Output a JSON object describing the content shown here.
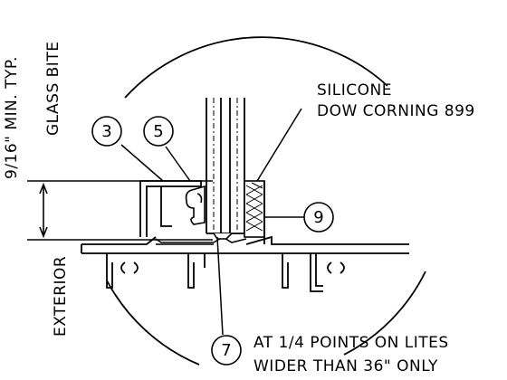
{
  "dimension": {
    "value_label": "9/16\" MIN. TYP.",
    "description_label": "GLASS BITE"
  },
  "side_label": "EXTERIOR",
  "notes": {
    "silicone": {
      "line1": "SILICONE",
      "line2": "DOW CORNING 899"
    },
    "spacing": {
      "line1": "AT 1/4 POINTS ON LITES",
      "line2": "WIDER THAN 36\" ONLY"
    }
  },
  "callouts": [
    {
      "number": "3"
    },
    {
      "number": "5"
    },
    {
      "number": "9"
    },
    {
      "number": "7"
    }
  ],
  "colors": {
    "line": "#000000",
    "background": "#ffffff"
  }
}
